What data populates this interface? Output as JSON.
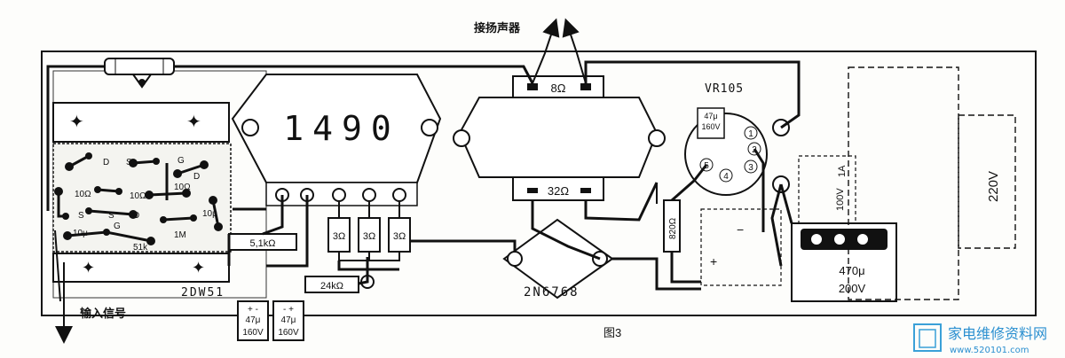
{
  "diagram": {
    "output_label": "接扬声器",
    "input_label": "输入信号",
    "figure_caption": "图3",
    "ic_label": "1490",
    "transformer_primary": "8Ω",
    "transformer_secondary": "32Ω",
    "transistor_label": "2N6768",
    "diode_bridge_label": "2DW51",
    "socket_label": "VR105",
    "socket_pins": [
      "1",
      "2",
      "3",
      "4",
      "5"
    ],
    "fuse_label": "1A",
    "voltage_label": "100V",
    "mains_label": "220V",
    "small_cap_value": "47μ",
    "small_cap_voltage": "160V",
    "big_cap_value": "470μ",
    "big_cap_voltage": "200V",
    "r_51k": "5,1kΩ",
    "r_24k": "24kΩ",
    "r_3ohm": "3Ω",
    "r_820": "820Ω",
    "board_labels": [
      "10Ω",
      "10Ω",
      "10Ω",
      "10μ",
      "10μ",
      "51k",
      "1M",
      "D",
      "D",
      "D",
      "S",
      "S",
      "G",
      "G",
      "S"
    ]
  },
  "watermark": {
    "title": "家电维修资料网",
    "url": "www.520101.com"
  }
}
